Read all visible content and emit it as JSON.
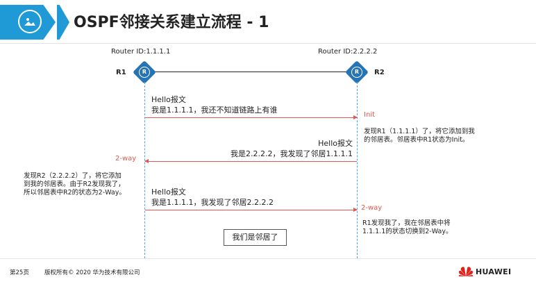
{
  "header": {
    "title": "OSPF邻接关系建立流程 - 1",
    "icon": "photo-icon",
    "accent_color": "#1f9ad6"
  },
  "routers": {
    "r1": {
      "label": "R1",
      "router_id": "Router ID:1.1.1.1",
      "glyph": "R"
    },
    "r2": {
      "label": "R2",
      "router_id": "Router ID:2.2.2.2",
      "glyph": "R"
    }
  },
  "messages": {
    "m1": {
      "title": "Hello报文",
      "body": "我是1.1.1.1，我还不知道链路上有谁",
      "state_label": "Init"
    },
    "r2_note1": {
      "line1": "发现R1（1.1.1.1）了，将它添加到我",
      "line2": "的邻居表。邻居表中R1状态为Init。"
    },
    "m2": {
      "title": "Hello报文",
      "body": "我是2.2.2.2，我发现了邻居1.1.1.1",
      "state_label": "2-way"
    },
    "r1_note": {
      "line1": "发现R2（2.2.2.2）了，将它添加",
      "line2": "到我的邻居表。由于R2发现我了，",
      "line3": "所以邻居表中R2的状态为2-Way。"
    },
    "m3": {
      "title": "Hello报文",
      "body": "我是1.1.1.1，我发现了邻居2.2.2.2",
      "state_label": "2-way"
    },
    "r2_note2": {
      "line1": "R1发现我了，我在邻居表中将",
      "line2": "1.1.1.1的状态切换到2-Way。"
    }
  },
  "result_box": "我们是邻居了",
  "colors": {
    "arrow": "#e0574f",
    "router": "#2674b4",
    "lifeline": "#4aa8e6"
  },
  "footer": {
    "page": "第25页",
    "copyright": "版权所有© 2020 华为技术有限公司",
    "brand": "HUAWEI",
    "logo": "huawei-logo-icon"
  }
}
